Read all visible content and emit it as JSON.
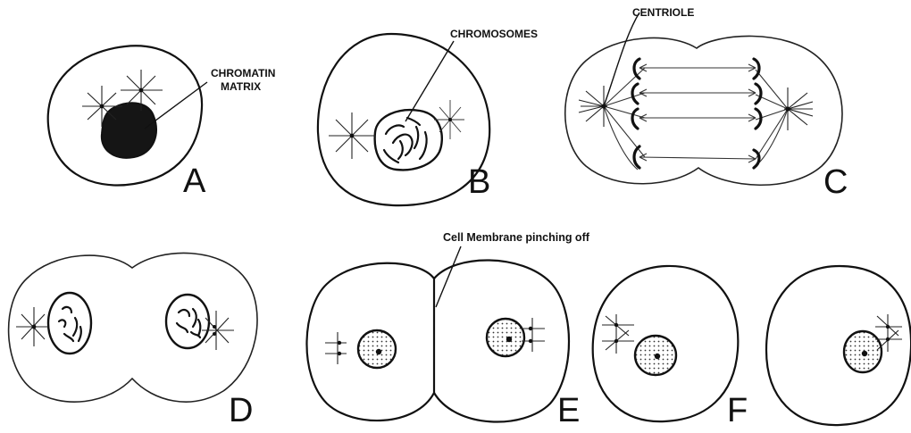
{
  "labels": {
    "chromatin_matrix_line1": "CHROMATIN",
    "chromatin_matrix_line2": "MATRIX",
    "chromosomes": "CHROMOSOMES",
    "centriole": "CENTRIOLE",
    "membrane_note": "Cell Membrane pinching off"
  },
  "panels": [
    {
      "id": "A",
      "letter": "A"
    },
    {
      "id": "B",
      "letter": "B"
    },
    {
      "id": "C",
      "letter": "C"
    },
    {
      "id": "D",
      "letter": "D"
    },
    {
      "id": "E",
      "letter": "E"
    },
    {
      "id": "F",
      "letter": "F"
    }
  ]
}
